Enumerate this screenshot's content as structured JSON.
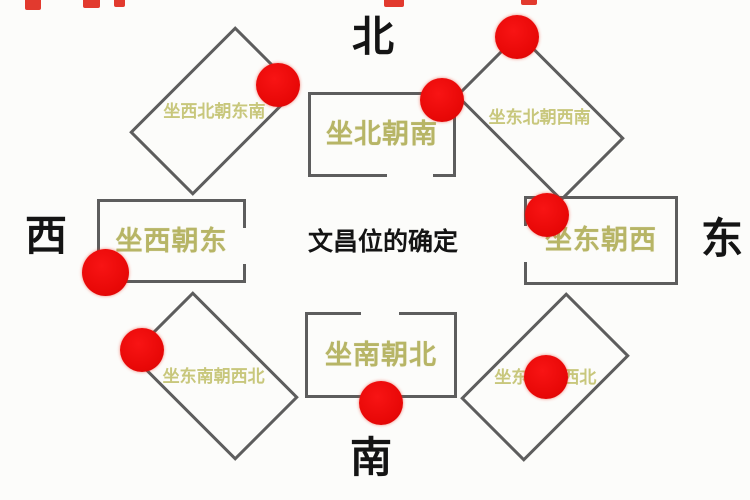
{
  "title": "文昌位的确定",
  "compass": {
    "north": "北",
    "south": "南",
    "east": "东",
    "west": "西"
  },
  "houses": {
    "north": {
      "label": "坐北朝南",
      "shape": "rect",
      "door_side": "south"
    },
    "west": {
      "label": "坐西朝东",
      "shape": "rect",
      "door_side": "east"
    },
    "east": {
      "label": "坐东朝西",
      "shape": "rect",
      "door_side": "west"
    },
    "south": {
      "label": "坐南朝北",
      "shape": "rect",
      "door_side": "north"
    },
    "northwest": {
      "label": "坐西北朝东南",
      "shape": "diamond"
    },
    "northeast": {
      "label": "坐东北朝西南",
      "shape": "diamond"
    },
    "southwest": {
      "label": "坐东南朝西北",
      "shape": "diamond"
    },
    "southeast": {
      "label": "坐东南朝西北",
      "shape": "diamond"
    }
  },
  "wenchang_dot_count": 8,
  "colors": {
    "dot_red": "#e80c0b",
    "rect_label_olive": "#b7b566",
    "diamond_label_olive": "#c8c77c",
    "wall_gray": "#5d5d5d",
    "text_black": "#141414",
    "background": "#fcfcfa"
  }
}
